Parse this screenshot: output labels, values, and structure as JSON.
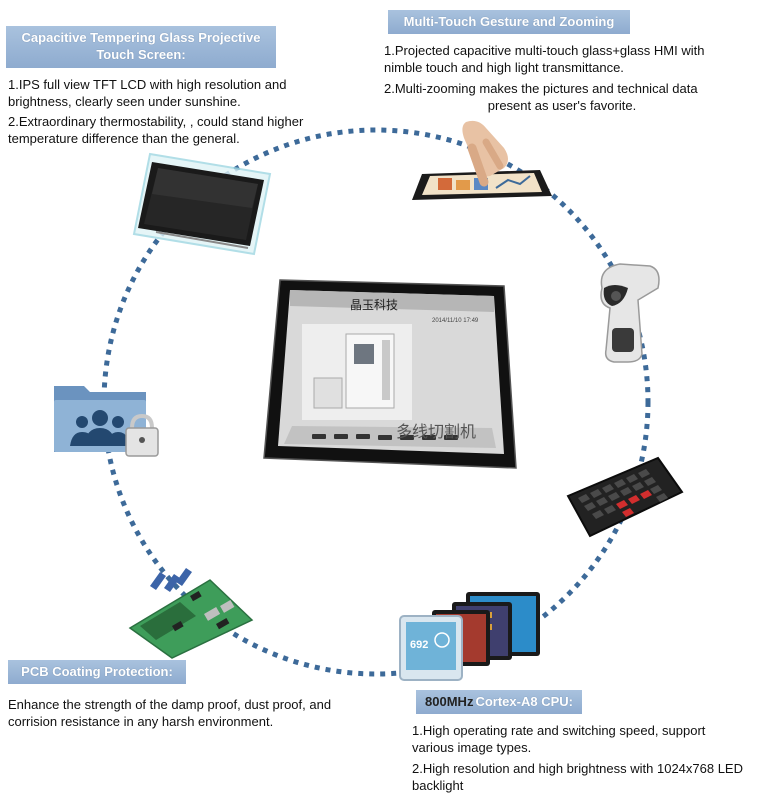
{
  "glass": {
    "title_line1": "Capacitive Tempering Glass Projective",
    "title_line2": "Touch Screen:",
    "point1": "1.IPS full view TFT LCD with high resolution and brightness, clearly seen under sunshine.",
    "point2": "2.Extraordinary thermostability, , could stand higher temperature difference than the general."
  },
  "multitouch": {
    "title": "Multi-Touch Gesture and Zooming",
    "point1": "1.Projected capacitive multi-touch glass+glass HMI with nimble touch and high light transmittance.",
    "point2_line1": "2.Multi-zooming makes the pictures and technical data",
    "point2_line2": "present as user's favorite."
  },
  "pcb": {
    "title": "PCB Coating Protection:",
    "body": "Enhance the strength of the damp proof, dust proof, and corrision resistance in any harsh environment."
  },
  "cpu": {
    "title_prefix": "800MHz",
    "title_rest": "Cortex-A8 CPU:",
    "point1": "1.High operating rate and switching speed, support various image types.",
    "point2": "2.High resolution and high brightness with 1024x768 LED backlight"
  },
  "hmi": {
    "header": "晶玉科技",
    "footer": "多线切割机",
    "date": "2014/11/10 17:49"
  },
  "icons": [
    "touch-panel-icon",
    "tablet-hand-icon",
    "barcode-scanner-icon",
    "keyboard-icon",
    "monitors-icon",
    "pcb-board-icon",
    "user-lock-folder-icon",
    "hmi-panel-icon"
  ],
  "colors": {
    "tag_bg": "#9bb6d6",
    "dots": "#3d6a99"
  }
}
